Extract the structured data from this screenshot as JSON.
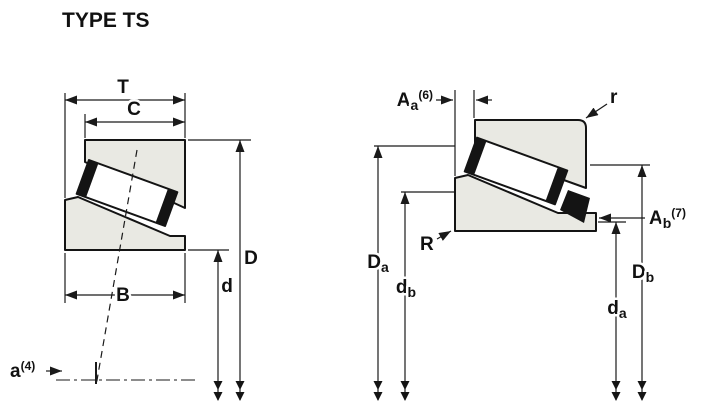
{
  "title": "TYPE TS",
  "colors": {
    "part_fill": "#e9e9e3",
    "line": "#1a1a1a"
  },
  "left": {
    "T": "T",
    "C": "C",
    "B": "B",
    "D": "D",
    "d": "d",
    "a_main": "a",
    "a_sup": "(4)"
  },
  "right": {
    "Aa_main": "A",
    "Aa_sub": "a",
    "Aa_sup": "(6)",
    "r": "r",
    "R": "R",
    "Ab_main": "A",
    "Ab_sub": "b",
    "Ab_sup": "(7)",
    "Da_main": "D",
    "Da_sub": "a",
    "db_main": "d",
    "db_sub": "b",
    "Db_main": "D",
    "Db_sub": "b",
    "da_main": "d",
    "da_sub": "a"
  }
}
